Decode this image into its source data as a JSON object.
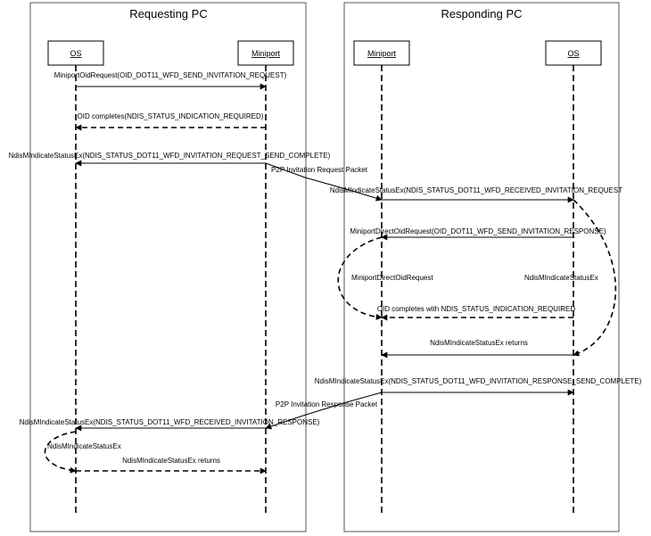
{
  "frames": {
    "requesting_title": "Requesting PC",
    "responding_title": "Responding PC"
  },
  "participants": {
    "req_os": "OS",
    "req_miniport": "Miniport",
    "resp_miniport": "Miniport",
    "resp_os": "OS"
  },
  "messages": {
    "m1": "MiniportOidRequest(OID_DOT11_WFD_SEND_INVITATION_REQUEST)",
    "m2": "OID completes(NDIS_STATUS_INDICATION_REQUIRED)",
    "m3": "NdisMIndicateStatusEx(NDIS_STATUS_DOT11_WFD_INVITATION_REQUEST_SEND_COMPLETE)",
    "packet1": "P2P Invitation Request Packet",
    "m4": "NdisMIndicateStatusEx(NDIS_STATUS_DOT11_WFD_RECEIVED_INVITATION_REQUEST",
    "m5": "MiniportDirectOidRequest(OID_DOT11_WFD_SEND_INVITATION_RESPONSE)",
    "loop_left": "MiniportDirectOidRequest",
    "loop_right": "NdisMIndicateStatusEx",
    "m6": "OID completes with NDIS_STATUS_INDICATION_REQUIRED",
    "m7": "NdisMIndicateStatusEx returns",
    "m8": "NdisMIndicateStatusEx(NDIS_STATUS_DOT11_WFD_INVITATION_RESPONSE_SEND_COMPLETE)",
    "packet2": "P2P Invitation Response Packet",
    "m9": "NdisMIndicateStatusEx(NDIS_STATUS_DOT11_WFD_RECEIVED_INVITATION_RESPONSE)",
    "loop_req": "NdisMIndicateStatusEx",
    "m10": "NdisMIndicateStatusEx returns"
  }
}
